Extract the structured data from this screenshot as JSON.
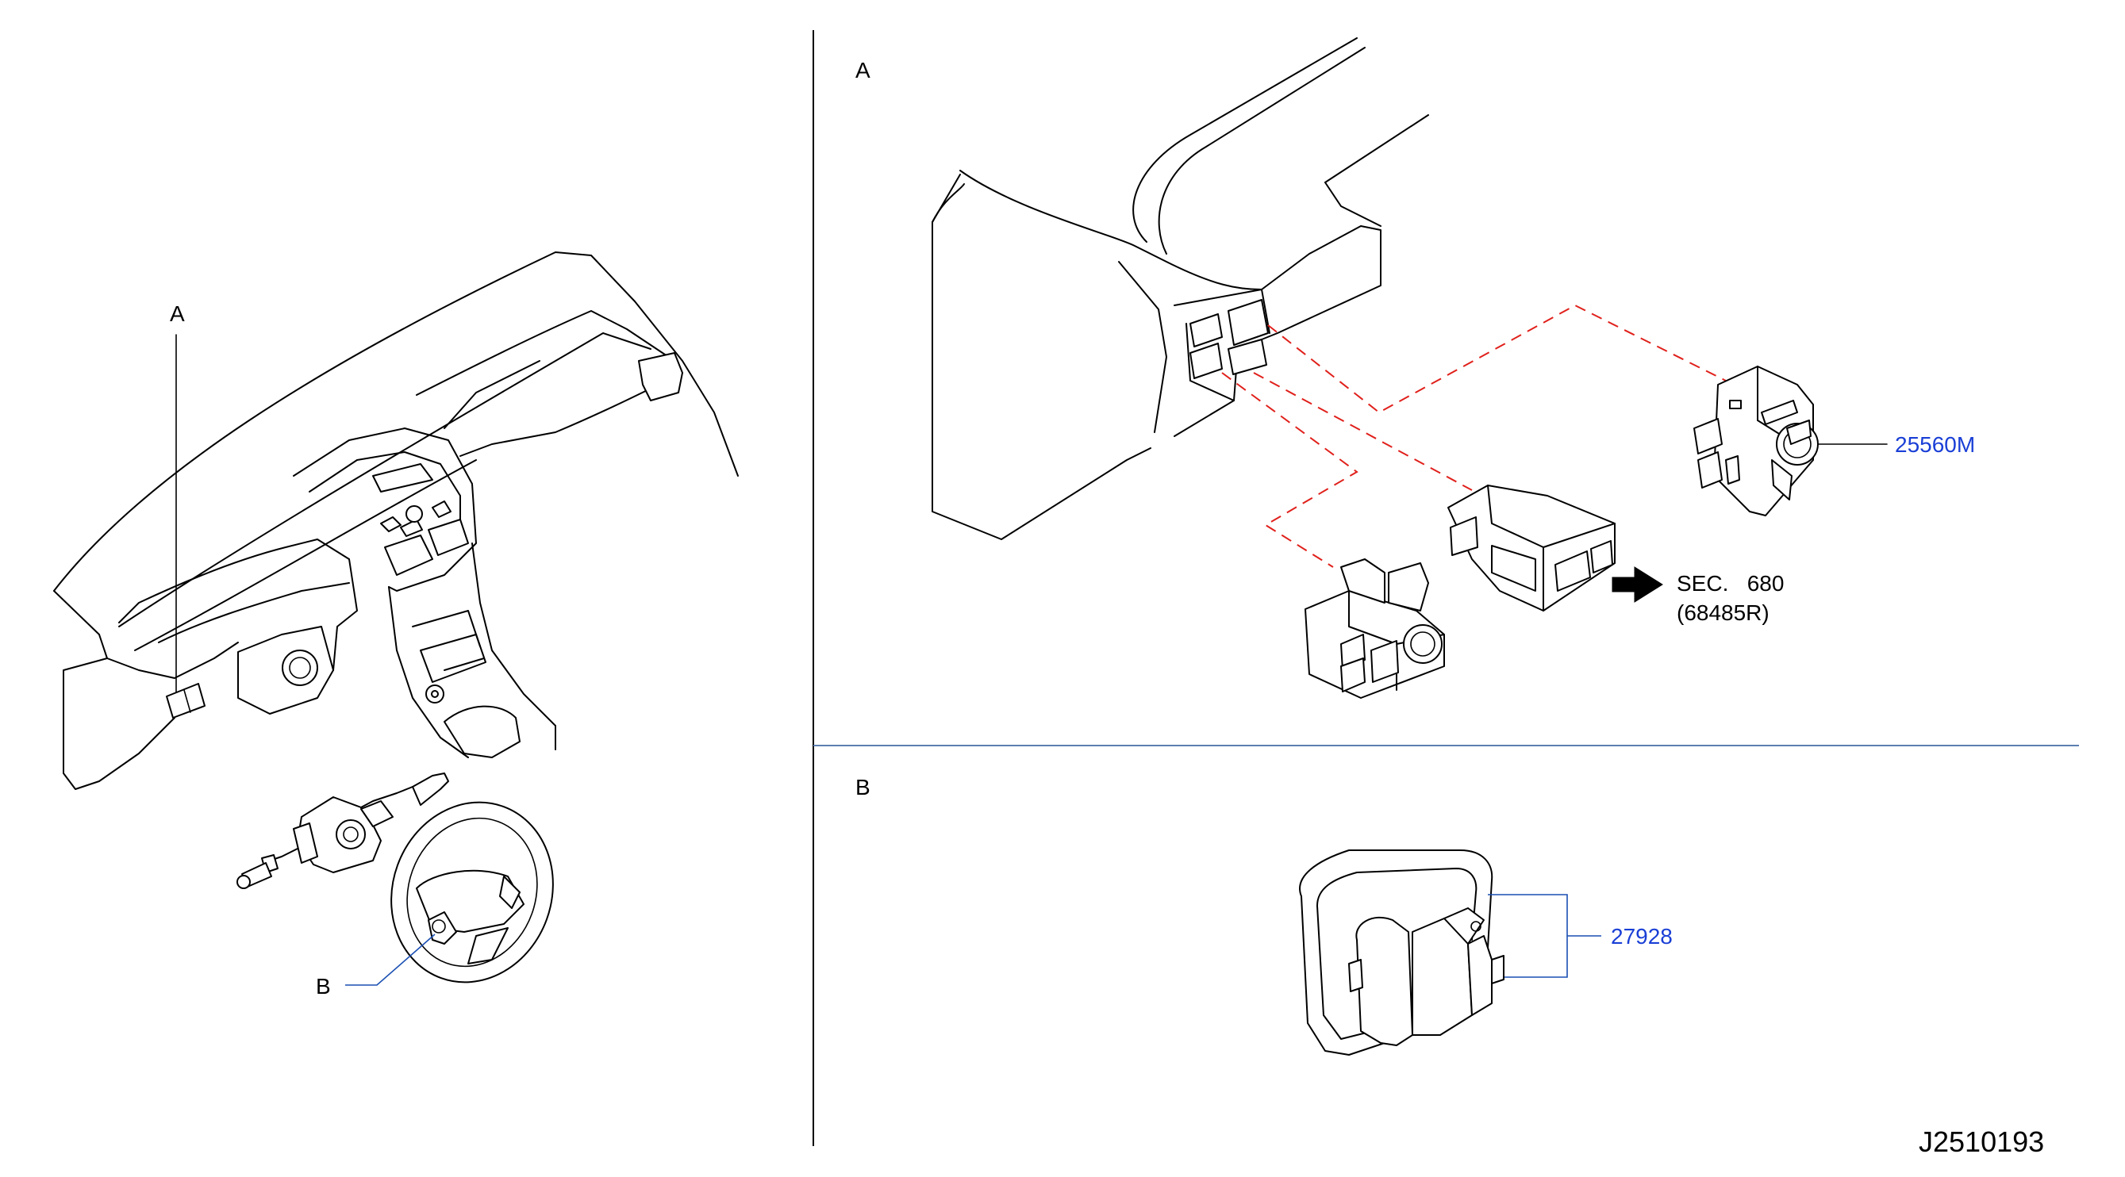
{
  "left_view": {
    "callout_a": "A",
    "callout_b": "B"
  },
  "detail_a": {
    "label": "A",
    "part_number": "25560M",
    "section_ref_line1": "SEC.   680",
    "section_ref_line2": "(68485R)"
  },
  "detail_b": {
    "label": "B",
    "part_number": "27928"
  },
  "diagram_code": "J2510193",
  "colors": {
    "part_number_text": "#1a3fd6",
    "leader_line": "#1a4fb3",
    "hidden_line": "#e0201b",
    "section_divider": "#5b7fb0"
  }
}
